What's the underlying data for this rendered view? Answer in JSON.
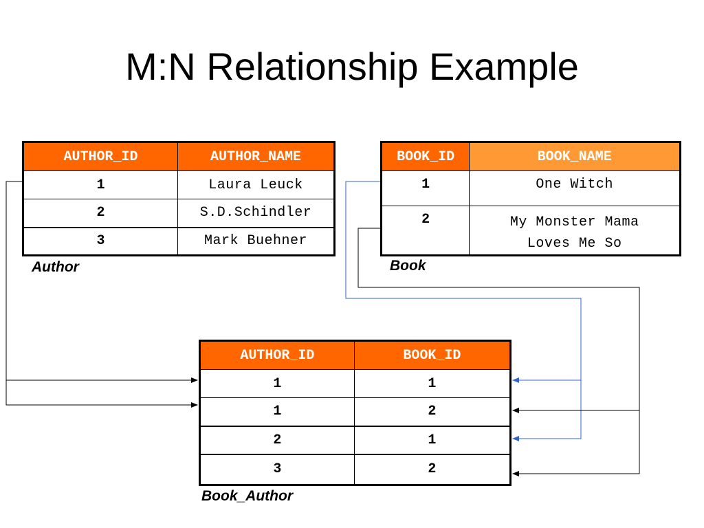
{
  "title": "M:N Relationship Example",
  "author_table": {
    "caption": "Author",
    "headers": [
      "AUTHOR_ID",
      "AUTHOR_NAME"
    ],
    "rows": [
      {
        "id": "1",
        "name": "Laura Leuck"
      },
      {
        "id": "2",
        "name": "S.D.Schindler"
      },
      {
        "id": "3",
        "name": "Mark Buehner"
      }
    ]
  },
  "book_table": {
    "caption": "Book",
    "headers": [
      "BOOK_ID",
      "BOOK_NAME"
    ],
    "rows": [
      {
        "id": "1",
        "name": "One Witch"
      },
      {
        "id": "2",
        "name": "My Monster Mama Loves Me So"
      }
    ]
  },
  "book_author_table": {
    "caption": "Book_Author",
    "headers": [
      "AUTHOR_ID",
      "BOOK_ID"
    ],
    "rows": [
      {
        "author_id": "1",
        "book_id": "1"
      },
      {
        "author_id": "1",
        "book_id": "2"
      },
      {
        "author_id": "2",
        "book_id": "1"
      },
      {
        "author_id": "3",
        "book_id": "2"
      }
    ]
  },
  "colors": {
    "header_dark": "#ff6600",
    "header_light": "#ff9933",
    "connector_black": "#000000",
    "connector_blue": "#3366cc"
  }
}
